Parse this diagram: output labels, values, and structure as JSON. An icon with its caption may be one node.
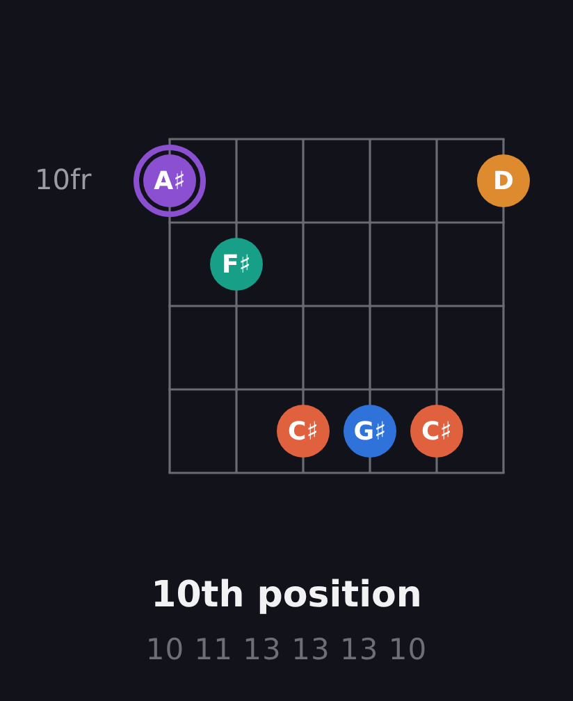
{
  "diagram": {
    "title": "10th position",
    "nodes": [
      {
        "text": [
          "A♯"
        ]
      },
      {
        "text": [
          "D"
        ]
      },
      {
        "text": [
          "F♯"
        ]
      },
      {
        "text": [
          "C♯"
        ]
      },
      {
        "text": [
          "G♯"
        ]
      },
      {
        "text": [
          "C♯"
        ]
      }
    ],
    "labels": [
      "10fr",
      "10 11 13 13 13 10"
    ]
  }
}
